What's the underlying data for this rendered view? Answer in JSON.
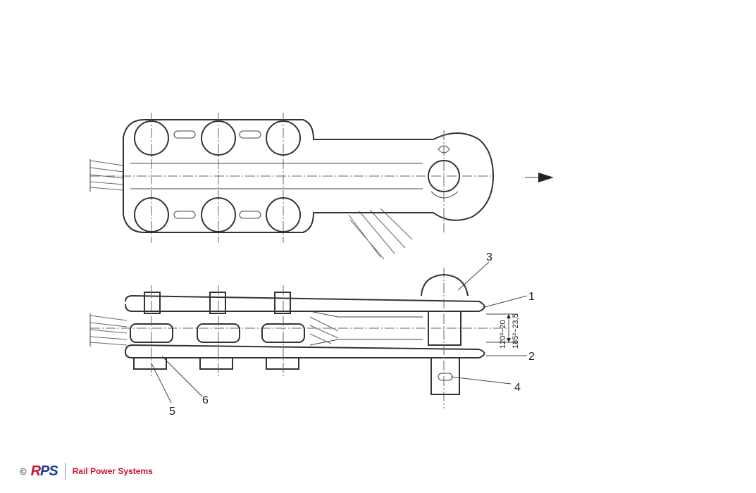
{
  "labels": {
    "part_1": "1",
    "part_2": "2",
    "part_3": "3",
    "part_4": "4",
    "part_5": "5",
    "part_6": "6"
  },
  "dimensions": {
    "dim_a": "120²~20",
    "dim_b": "185²~23,5"
  },
  "footer": {
    "copyright": "©",
    "logo_r": "R",
    "logo_ps": "PS",
    "brand": "Rail Power Systems"
  },
  "colors": {
    "brand_blue": "#1a3f8f",
    "brand_red": "#c8102e",
    "line": "#333333"
  }
}
